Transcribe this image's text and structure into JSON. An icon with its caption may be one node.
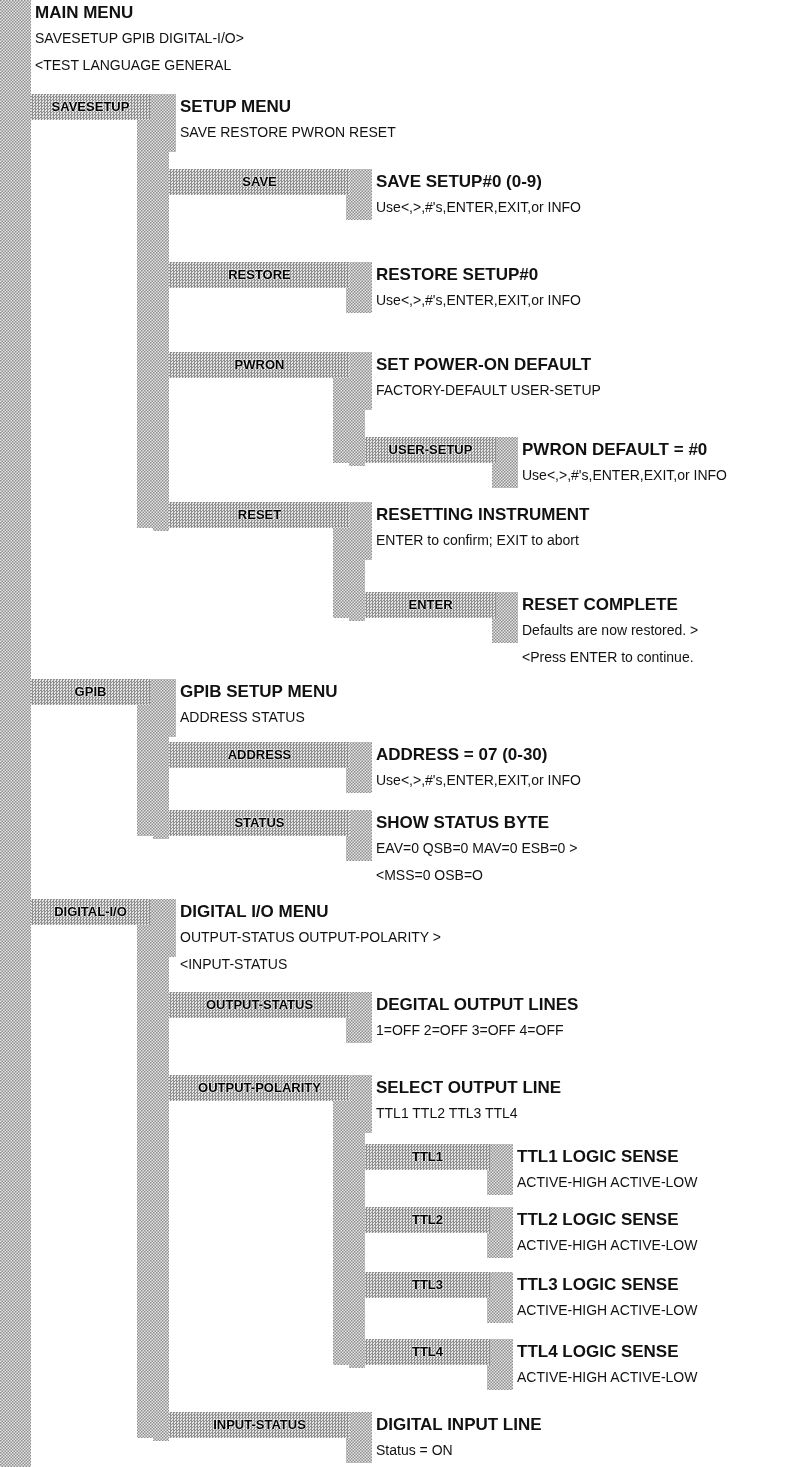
{
  "diagram": {
    "nodes": [
      {
        "text": [
          "MAIN MENU",
          "SAVESETUP GPIB DIGITAL-I/O>",
          "<TEST LANGUAGE GENERAL"
        ]
      },
      {
        "text": [
          "SAVESETUP"
        ]
      },
      {
        "text": [
          "SETUP MENU",
          "SAVE RESTORE PWRON RESET"
        ]
      },
      {
        "text": [
          "SAVE"
        ]
      },
      {
        "text": [
          "SAVE SETUP#0 (0-9)",
          "Use<,>,#'s,ENTER,EXIT,or INFO"
        ]
      },
      {
        "text": [
          "RESTORE"
        ]
      },
      {
        "text": [
          "RESTORE SETUP#0",
          "Use<,>,#'s,ENTER,EXIT,or INFO"
        ]
      },
      {
        "text": [
          "PWRON"
        ]
      },
      {
        "text": [
          "SET POWER-ON DEFAULT",
          "FACTORY-DEFAULT USER-SETUP"
        ]
      },
      {
        "text": [
          "USER-SETUP"
        ]
      },
      {
        "text": [
          "PWRON DEFAULT = #0",
          "Use<,>,#'s,ENTER,EXIT,or INFO"
        ]
      },
      {
        "text": [
          "RESET"
        ]
      },
      {
        "text": [
          "RESETTING INSTRUMENT",
          "ENTER to confirm; EXIT to abort"
        ]
      },
      {
        "text": [
          "ENTER"
        ]
      },
      {
        "text": [
          "RESET COMPLETE",
          "Defaults are now restored. >",
          "<Press ENTER to continue."
        ]
      },
      {
        "text": [
          "GPIB"
        ]
      },
      {
        "text": [
          "GPIB SETUP MENU",
          "ADDRESS STATUS"
        ]
      },
      {
        "text": [
          "ADDRESS"
        ]
      },
      {
        "text": [
          "ADDRESS = 07 (0-30)",
          "Use<,>,#'s,ENTER,EXIT,or INFO"
        ]
      },
      {
        "text": [
          "STATUS"
        ]
      },
      {
        "text": [
          "SHOW STATUS BYTE",
          "EAV=0 QSB=0 MAV=0 ESB=0 >",
          "<MSS=0 OSB=O"
        ]
      },
      {
        "text": [
          "DIGITAL-I/O"
        ]
      },
      {
        "text": [
          "DIGITAL I/O MENU",
          "OUTPUT-STATUS OUTPUT-POLARITY >",
          "<INPUT-STATUS"
        ]
      },
      {
        "text": [
          "OUTPUT-STATUS"
        ]
      },
      {
        "text": [
          "DEGITAL OUTPUT LINES",
          "1=OFF 2=OFF 3=OFF 4=OFF"
        ]
      },
      {
        "text": [
          "OUTPUT-POLARITY"
        ]
      },
      {
        "text": [
          "SELECT OUTPUT LINE",
          "TTL1 TTL2 TTL3 TTL4"
        ]
      },
      {
        "text": [
          "TTL1"
        ]
      },
      {
        "text": [
          "TTL1 LOGIC SENSE",
          "ACTIVE-HIGH ACTIVE-LOW"
        ]
      },
      {
        "text": [
          "TTL2"
        ]
      },
      {
        "text": [
          "TTL2 LOGIC SENSE",
          "ACTIVE-HIGH ACTIVE-LOW"
        ]
      },
      {
        "text": [
          "TTL3"
        ]
      },
      {
        "text": [
          "TTL3 LOGIC SENSE",
          "ACTIVE-HIGH ACTIVE-LOW"
        ]
      },
      {
        "text": [
          "TTL4"
        ]
      },
      {
        "text": [
          "TTL4 LOGIC SENSE",
          "ACTIVE-HIGH ACTIVE-LOW"
        ]
      },
      {
        "text": [
          "INPUT-STATUS"
        ]
      },
      {
        "text": [
          "DIGITAL INPUT LINE",
          "Status = ON"
        ]
      }
    ],
    "edges": [
      {
        "from": 0,
        "to": 1,
        "arrow": "none"
      },
      {
        "from": 1,
        "to": 2,
        "arrow": "none"
      },
      {
        "from": 2,
        "to": 3,
        "arrow": "none"
      },
      {
        "from": 3,
        "to": 4,
        "arrow": "none"
      },
      {
        "from": 2,
        "to": 5,
        "arrow": "none"
      },
      {
        "from": 5,
        "to": 6,
        "arrow": "none"
      },
      {
        "from": 2,
        "to": 7,
        "arrow": "none"
      },
      {
        "from": 7,
        "to": 8,
        "arrow": "none"
      },
      {
        "from": 8,
        "to": 9,
        "arrow": "none"
      },
      {
        "from": 9,
        "to": 10,
        "arrow": "none"
      },
      {
        "from": 2,
        "to": 11,
        "arrow": "none"
      },
      {
        "from": 11,
        "to": 12,
        "arrow": "none"
      },
      {
        "from": 12,
        "to": 13,
        "arrow": "none"
      },
      {
        "from": 13,
        "to": 14,
        "arrow": "none"
      },
      {
        "from": 0,
        "to": 15,
        "arrow": "none"
      },
      {
        "from": 15,
        "to": 16,
        "arrow": "none"
      },
      {
        "from": 16,
        "to": 17,
        "arrow": "none"
      },
      {
        "from": 17,
        "to": 18,
        "arrow": "none"
      },
      {
        "from": 16,
        "to": 19,
        "arrow": "none"
      },
      {
        "from": 19,
        "to": 20,
        "arrow": "none"
      },
      {
        "from": 0,
        "to": 21,
        "arrow": "none"
      },
      {
        "from": 21,
        "to": 22,
        "arrow": "none"
      },
      {
        "from": 22,
        "to": 23,
        "arrow": "none"
      },
      {
        "from": 23,
        "to": 24,
        "arrow": "none"
      },
      {
        "from": 22,
        "to": 25,
        "arrow": "none"
      },
      {
        "from": 25,
        "to": 26,
        "arrow": "none"
      },
      {
        "from": 26,
        "to": 27,
        "arrow": "none"
      },
      {
        "from": 27,
        "to": 28,
        "arrow": "none"
      },
      {
        "from": 26,
        "to": 29,
        "arrow": "none"
      },
      {
        "from": 29,
        "to": 30,
        "arrow": "none"
      },
      {
        "from": 26,
        "to": 31,
        "arrow": "none"
      },
      {
        "from": 31,
        "to": 32,
        "arrow": "none"
      },
      {
        "from": 26,
        "to": 33,
        "arrow": "none"
      },
      {
        "from": 33,
        "to": 34,
        "arrow": "none"
      },
      {
        "from": 22,
        "to": 35,
        "arrow": "none"
      },
      {
        "from": 35,
        "to": 36,
        "arrow": "none"
      }
    ]
  }
}
